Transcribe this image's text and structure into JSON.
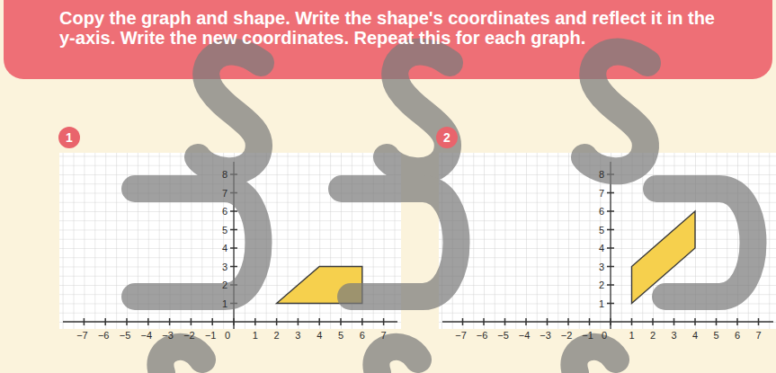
{
  "diagram": {
    "title": "Copy the graph and shape. Write the shape's coordinates and reflect it in the y-axis. Write the new coordinates. Repeat this for each graph.",
    "nodes": [
      {
        "text": [
          "1"
        ]
      },
      {
        "text": [
          "2"
        ]
      }
    ],
    "labels": [
      "8",
      "7",
      "6",
      "5",
      "4",
      "3",
      "2",
      "1",
      "−7",
      "−6",
      "−5",
      "−4",
      "−3",
      "−2",
      "−1",
      "0",
      "1",
      "2",
      "3",
      "4",
      "5",
      "6",
      "7",
      "8",
      "7",
      "6",
      "5",
      "4",
      "3",
      "2",
      "1",
      "−7",
      "−6",
      "−5",
      "−4",
      "−3",
      "−2",
      "−1",
      "0",
      "1",
      "2",
      "3",
      "4",
      "5",
      "6",
      "7"
    ]
  }
}
